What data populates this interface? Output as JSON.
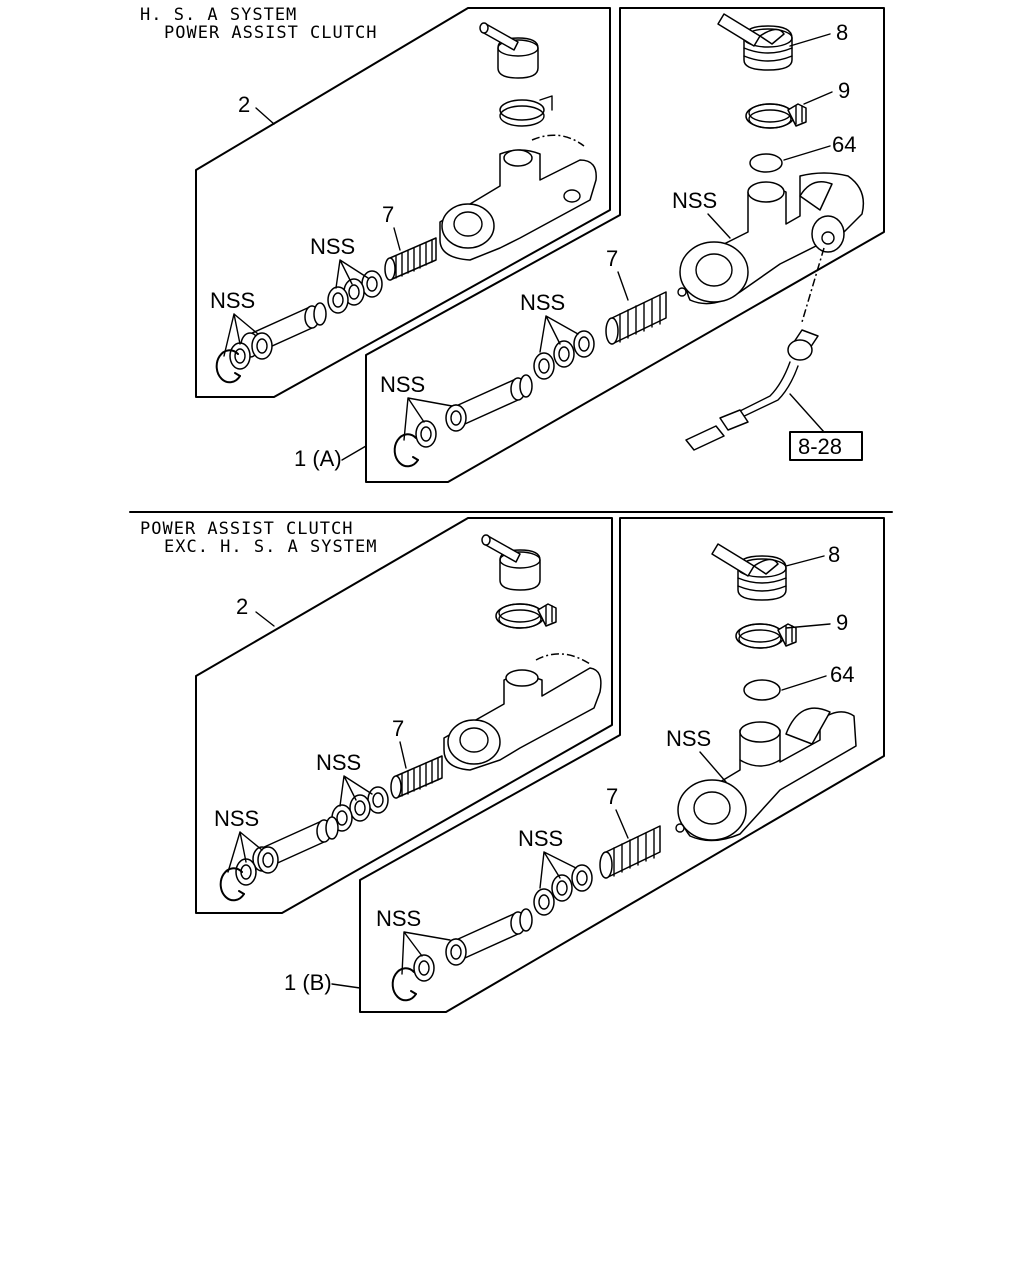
{
  "top": {
    "header_line1": "H. S. A SYSTEM",
    "header_line2": "POWER ASSIST CLUTCH",
    "assembly_label": "1 (A)",
    "callouts": {
      "subassembly": "2",
      "reservoir": "8",
      "clamp": "9",
      "oring": "64",
      "spring": "7",
      "spring_left": "7",
      "nss_left_1": "NSS",
      "nss_left_2": "NSS",
      "nss_right_1": "NSS",
      "nss_right_2": "NSS",
      "nss_body": "NSS",
      "ref_box": "8-28"
    }
  },
  "bottom": {
    "header_line1": "POWER ASSIST CLUTCH",
    "header_line2": "EXC. H. S. A SYSTEM",
    "assembly_label": "1 (B)",
    "callouts": {
      "subassembly": "2",
      "reservoir": "8",
      "clamp": "9",
      "oring": "64",
      "spring": "7",
      "spring_left": "7",
      "nss_left_1": "NSS",
      "nss_left_2": "NSS",
      "nss_right_1": "NSS",
      "nss_right_2": "NSS",
      "nss_body": "NSS"
    }
  }
}
